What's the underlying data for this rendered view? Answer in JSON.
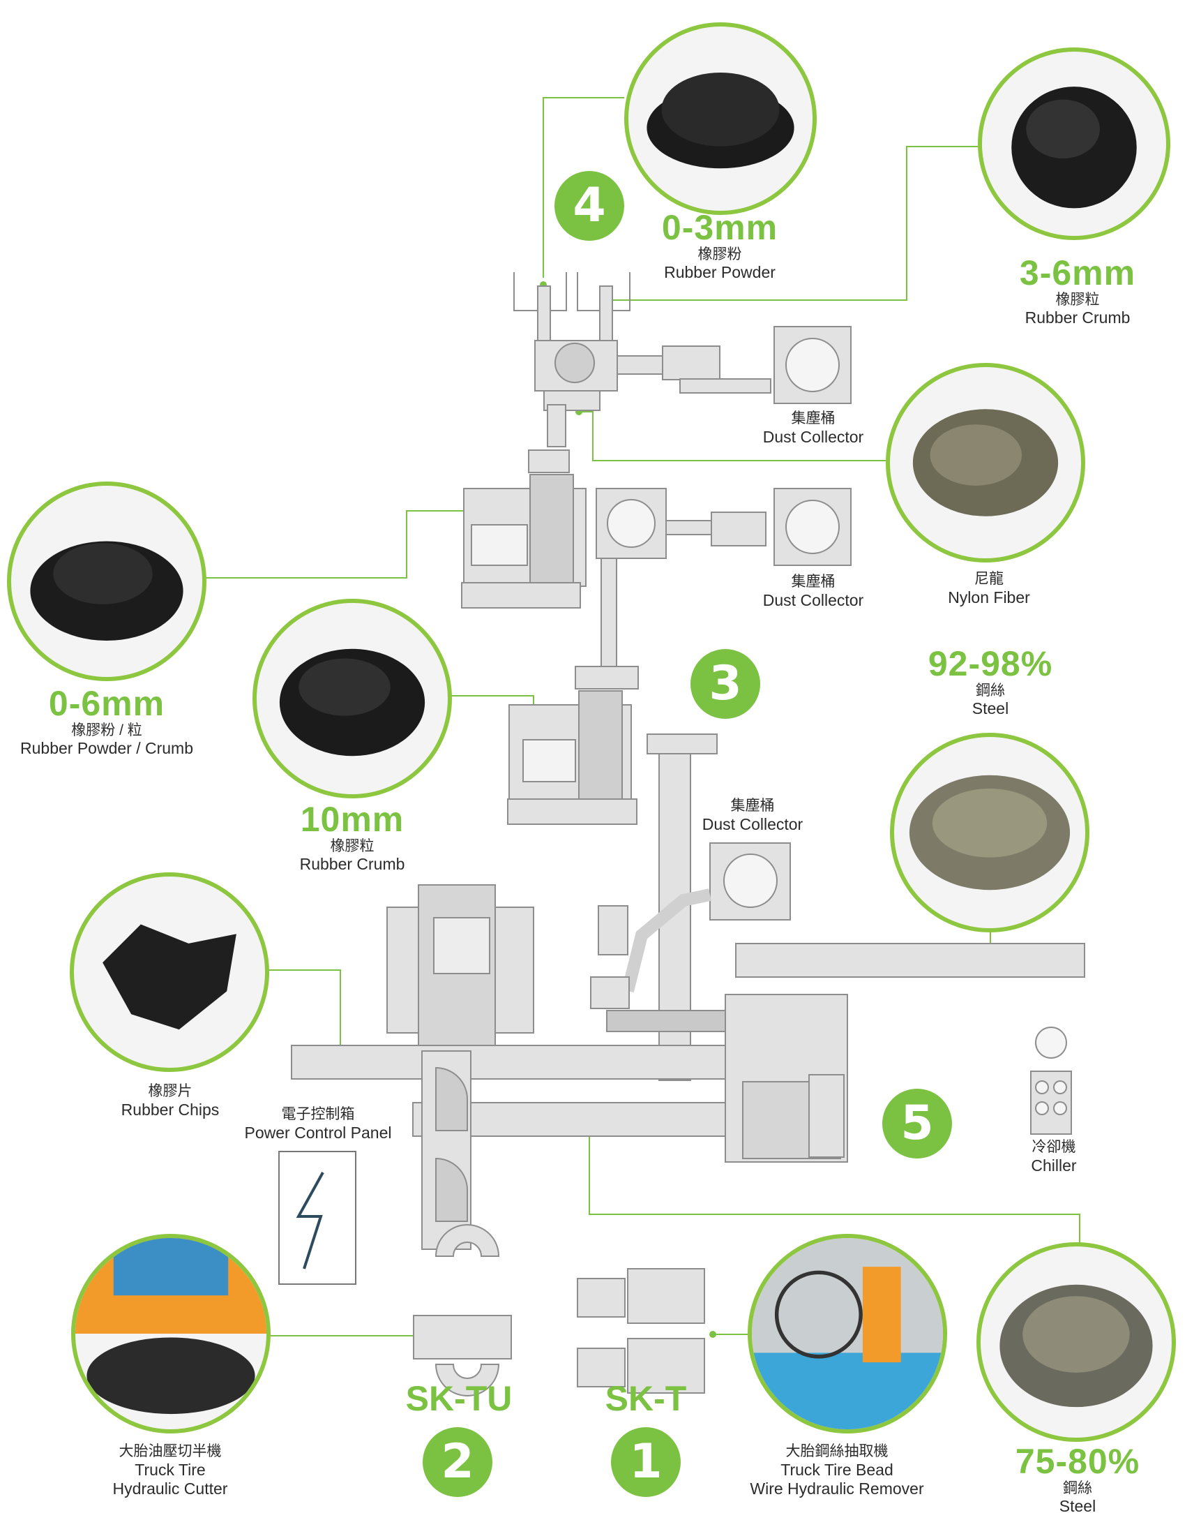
{
  "colors": {
    "accent": "#7cc242",
    "machine": "#d9d9d9",
    "machine_edge": "#8d8d8d"
  },
  "products": {
    "p0_3": {
      "size": "0-3mm",
      "zh": "橡膠粉",
      "en": "Rubber Powder"
    },
    "p3_6": {
      "size": "3-6mm",
      "zh": "橡膠粒",
      "en": "Rubber Crumb"
    },
    "p0_6": {
      "size": "0-6mm",
      "zh": "橡膠粉 / 粒",
      "en": "Rubber Powder / Crumb"
    },
    "p10": {
      "size": "10mm",
      "zh": "橡膠粒",
      "en": "Rubber Crumb"
    },
    "nylon": {
      "zh": "尼龍",
      "en": "Nylon Fiber"
    },
    "steel_high": {
      "size": "92-98%",
      "zh": "鋼絲",
      "en": "Steel"
    },
    "steel_low": {
      "size": "75-80%",
      "zh": "鋼絲",
      "en": "Steel"
    },
    "chips": {
      "zh": "橡膠片",
      "en": "Rubber Chips"
    }
  },
  "equipment": {
    "dust_1": {
      "zh": "集塵桶",
      "en": "Dust Collector"
    },
    "dust_2": {
      "zh": "集塵桶",
      "en": "Dust Collector"
    },
    "dust_3": {
      "zh": "集塵桶",
      "en": "Dust Collector"
    },
    "power_panel": {
      "zh": "電子控制箱",
      "en": "Power Control Panel"
    },
    "chiller": {
      "zh": "冷卻機",
      "en": "Chiller"
    },
    "hydraulic_cutter": {
      "zh": "大胎油壓切半機",
      "en1": "Truck Tire",
      "en2": "Hydraulic Cutter"
    },
    "bead_remover": {
      "zh": "大胎鋼絲抽取機",
      "en1": "Truck Tire Bead",
      "en2": "Wire Hydraulic Remover"
    }
  },
  "stages": {
    "s1": "1",
    "s2": "2",
    "s3": "3",
    "s4": "4",
    "s5": "5"
  },
  "models": {
    "sk_tu": "SK-TU",
    "sk_t": "SK-T"
  }
}
